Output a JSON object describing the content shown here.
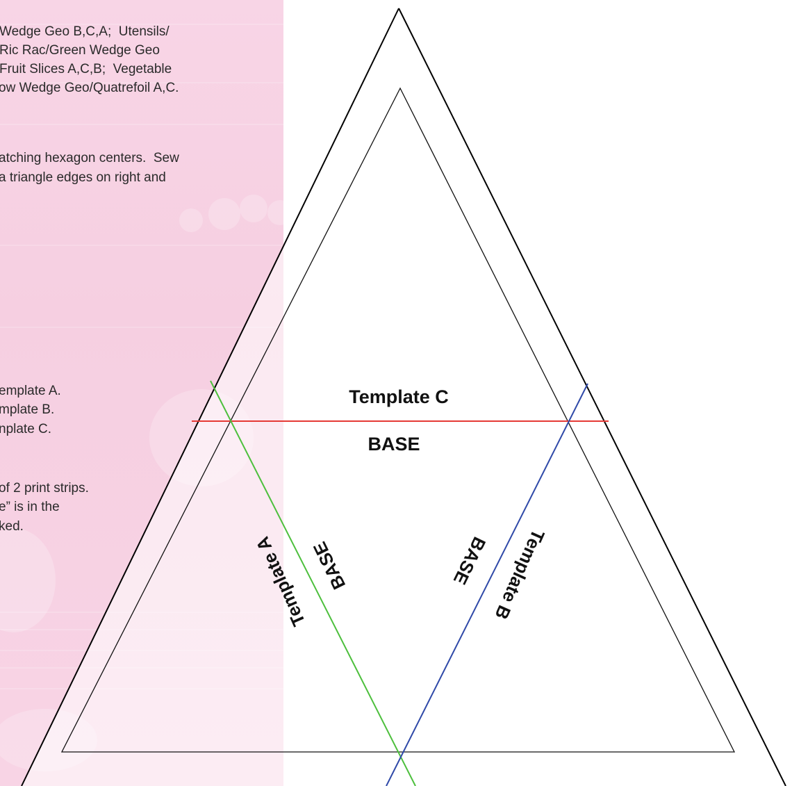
{
  "instructions": {
    "paragraph_1": [
      "Wedge Geo B,C,A;  Utensils/",
      "Ric Rac/Green Wedge Geo",
      "Fruit Slices A,C,B;  Vegetable",
      "ow Wedge Geo/Quatrefoil A,C."
    ],
    "paragraph_2": [
      "atching hexagon centers.  Sew",
      "a triangle edges on right and"
    ],
    "paragraph_3": [
      "emplate A.",
      "mplate B.",
      "nplate C."
    ],
    "paragraph_4": [
      "of 2 print strips.",
      "e” is in the",
      "ked."
    ]
  },
  "template": {
    "label_c": "Template C",
    "base_c": "BASE",
    "label_a": "Template A",
    "base_a": "BASE",
    "label_b": "Template B",
    "base_b": "BASE"
  },
  "colors": {
    "panel_pink": "#f7d2e4",
    "line_red": "#e53935",
    "line_green": "#4dbf3d",
    "line_blue": "#2f49a8",
    "outline": "#000000"
  }
}
